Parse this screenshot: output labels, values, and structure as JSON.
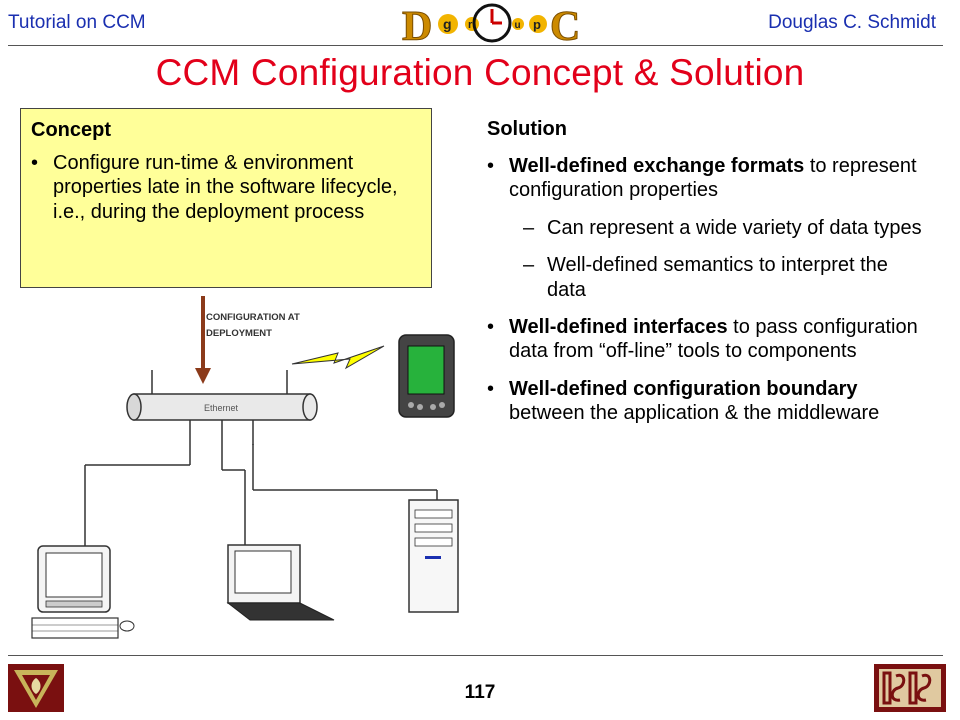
{
  "header": {
    "left": "Tutorial on CCM",
    "right": "Douglas C. Schmidt",
    "logo_letters": [
      "D",
      "g",
      "r",
      "o",
      "u",
      "p",
      "C"
    ]
  },
  "title": "CCM Configuration Concept & Solution",
  "concept": {
    "heading": "Concept",
    "bullets": [
      "Configure run-time & environment properties late in the software lifecycle, i.e., during the deployment process"
    ]
  },
  "solution": {
    "heading": "Solution",
    "items": [
      {
        "bold": "Well-defined exchange formats",
        "rest": " to represent configuration properties"
      },
      {
        "sub": "Can represent a wide variety of data types"
      },
      {
        "sub": "Well-defined semantics to interpret the data"
      },
      {
        "bold": "Well-defined interfaces",
        "rest": " to pass configuration data from “off-line” tools to components"
      },
      {
        "bold": "Well-defined configuration boundary",
        "rest": " between the application & the middleware"
      }
    ]
  },
  "diagram": {
    "arrow_label_line1": "CONFIGURATION AT",
    "arrow_label_line2": "DEPLOYMENT",
    "bus_label": "Ethernet"
  },
  "footer": {
    "page_number": "117"
  },
  "colors": {
    "accent_blue": "#1a2fb0",
    "title_red": "#e2001a",
    "concept_bg": "#ffff99",
    "arrow": "#8b3a1a"
  }
}
